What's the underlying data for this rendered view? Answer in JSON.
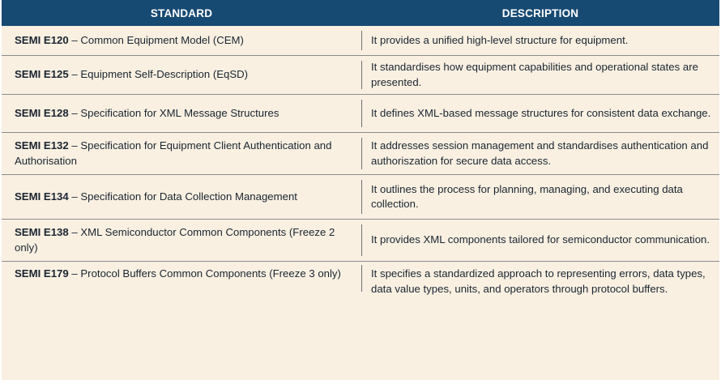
{
  "header": {
    "standard": "STANDARD",
    "description": "DESCRIPTION"
  },
  "rows": [
    {
      "code": "SEMI E120",
      "title": " – Common Equipment Model (CEM)",
      "description": "It provides a unified high-level structure for equipment."
    },
    {
      "code": "SEMI E125",
      "title": " – Equipment Self-Description (EqSD)",
      "description": "It standardises how equipment capabilities and operational states are presented."
    },
    {
      "code": "SEMI E128",
      "title": " – Specification for XML Message Structures",
      "description": "It defines XML-based message structures for consistent data exchange."
    },
    {
      "code": "SEMI E132",
      "title": " – Specification for Equipment Client Authentication and Authorisation",
      "description": "It addresses session management and standardises authentication and authoriszation for secure data access."
    },
    {
      "code": "SEMI E134",
      "title": " – Specification for Data Collection Management",
      "description": "It outlines the process for planning, managing, and executing data collection."
    },
    {
      "code": "SEMI E138",
      "title": " – XML Semiconductor Common Components (Freeze 2 only)",
      "description": "It provides XML components tailored for semiconductor communication."
    },
    {
      "code": "SEMI E179",
      "title": " – Protocol Buffers Common Components (Freeze 3 only)",
      "description": "It specifies a standardized approach to representing errors, data types, data value types, units, and operators through protocol buffers."
    }
  ]
}
